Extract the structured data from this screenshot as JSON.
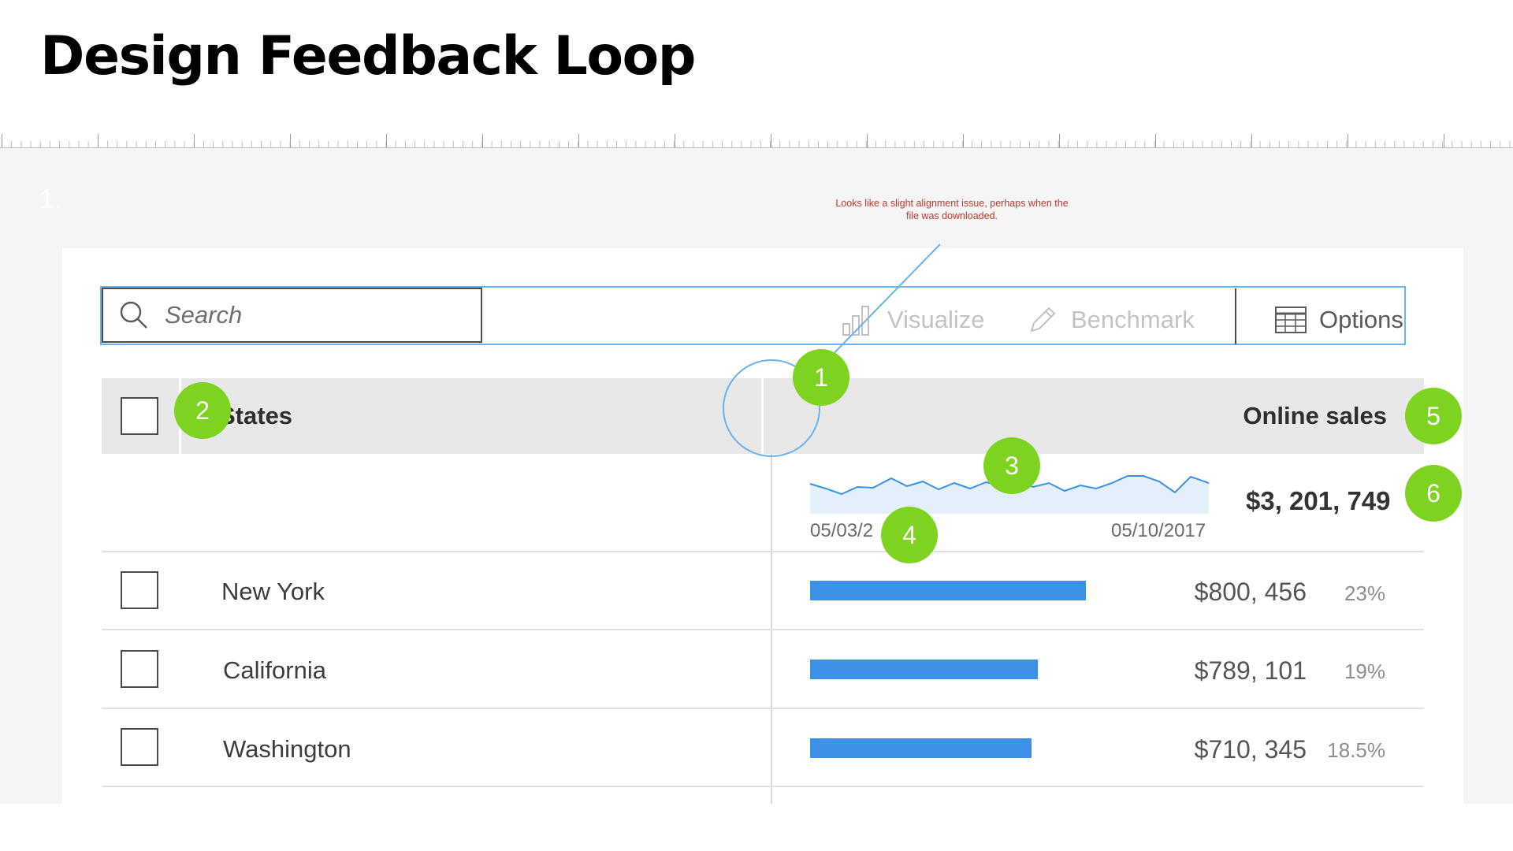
{
  "page": {
    "title": "Design Feedback Loop",
    "step_number": "1."
  },
  "annotation": {
    "note": "Looks like a slight alignment issue, perhaps when the file was downloaded.",
    "badges": [
      "1",
      "2",
      "3",
      "4",
      "5",
      "6"
    ],
    "colors": {
      "badge": "#7ed321",
      "ring": "#6bb3ea",
      "note": "#c0392b"
    }
  },
  "toolbar": {
    "search_placeholder": "Search",
    "search_icon": "search-icon",
    "visualize_label": "Visualize",
    "visualize_icon": "bar-chart-icon",
    "benchmark_label": "Benchmark",
    "benchmark_icon": "pencil-icon",
    "options_label": "Options",
    "options_icon": "table-icon"
  },
  "table": {
    "columns": {
      "states": "States",
      "online_sales": "Online sales"
    },
    "summary": {
      "start_date": "05/03/2",
      "end_date": "05/10/2017",
      "total": "$3, 201, 749"
    },
    "rows": [
      {
        "state": "New York",
        "amount": "$800, 456",
        "percent": "23%",
        "share": 0.23
      },
      {
        "state": "California",
        "amount": "$789, 101",
        "percent": "19%",
        "share": 0.19
      },
      {
        "state": "Washington",
        "amount": "$710, 345",
        "percent": "18.5%",
        "share": 0.185
      }
    ],
    "bar_color": "#3c91e6"
  }
}
